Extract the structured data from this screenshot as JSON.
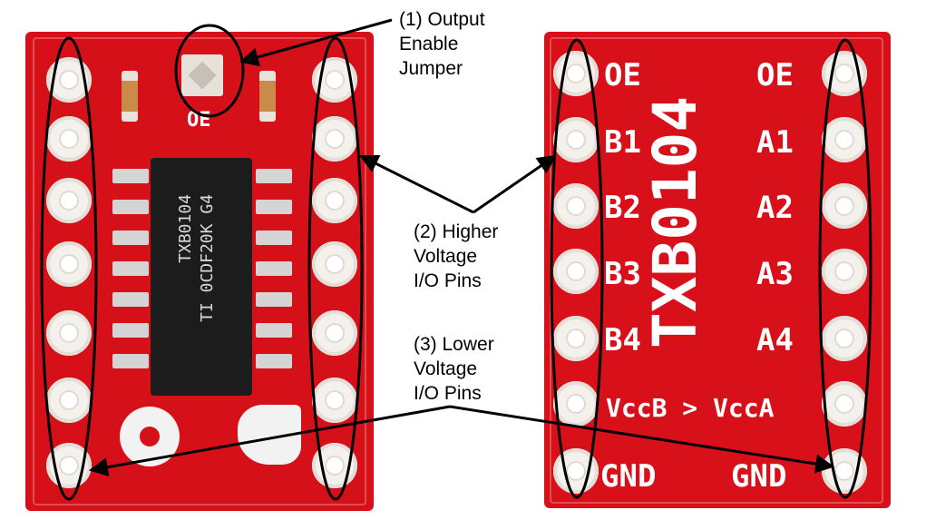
{
  "left_board": {
    "jumper_label": "OE",
    "chip_line_1": "TI 0CDF20K G4",
    "chip_line_2": "TXB0104"
  },
  "right_board": {
    "title": "TXB0104",
    "left_labels": [
      "OE",
      "B1",
      "B2",
      "B3",
      "B4"
    ],
    "right_labels": [
      "OE",
      "A1",
      "A2",
      "A3",
      "A4"
    ],
    "vcc_label": "VccB > VccA",
    "gnd_left": "GND",
    "gnd_right": "GND"
  },
  "annotations": {
    "output_enable": [
      "(1) Output",
      "Enable",
      "Jumper"
    ],
    "higher_voltage": [
      "(2) Higher",
      "Voltage",
      "I/O Pins"
    ],
    "lower_voltage": [
      "(3) Lower",
      "Voltage",
      "I/O Pins"
    ]
  },
  "colors": {
    "board_red": "#d8101a",
    "pad_silver": "#f4f1ec",
    "chip_black": "#1c1c1c",
    "annotation_ink": "#000000"
  }
}
